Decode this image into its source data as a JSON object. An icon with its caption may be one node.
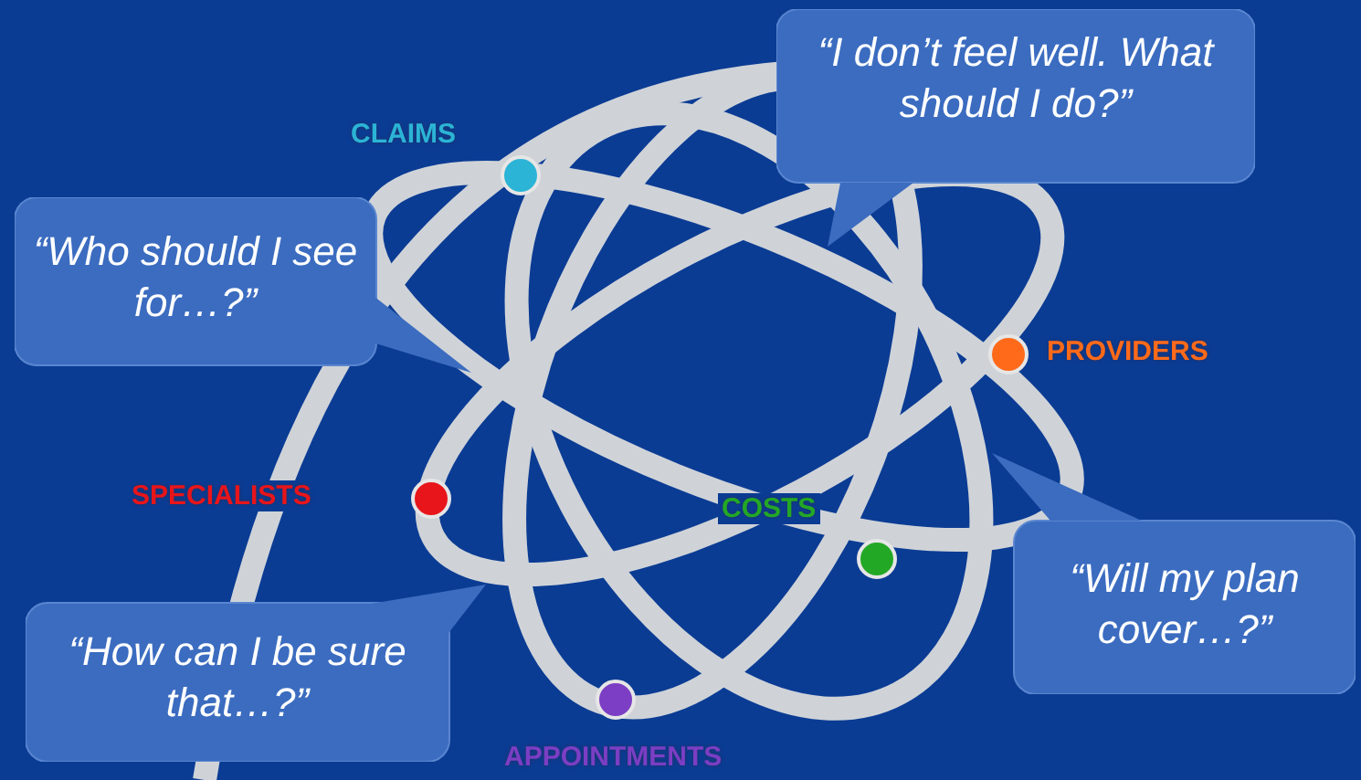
{
  "diagram": {
    "nodes": [
      {
        "text": [
          "“I don’t feel well. What should I do?”"
        ]
      },
      {
        "text": [],
        "shape": "circle",
        "beside": [
          "CLAIMS"
        ]
      },
      {
        "text": [
          "“Who should I see for…?”"
        ]
      },
      {
        "text": [],
        "shape": "circle",
        "beside": [
          "PROVIDERS"
        ]
      },
      {
        "text": [],
        "shape": "circle",
        "beside": [
          "SPECIALISTS"
        ]
      },
      {
        "text": [],
        "shape": "circle",
        "beside": [
          "COSTS"
        ]
      },
      {
        "text": [
          "“Will my plan cover…?”"
        ]
      },
      {
        "text": [
          "“How can I be sure that…?”"
        ]
      },
      {
        "text": [],
        "shape": "circle",
        "beside": [
          "APPOINTMENTS"
        ]
      }
    ]
  }
}
